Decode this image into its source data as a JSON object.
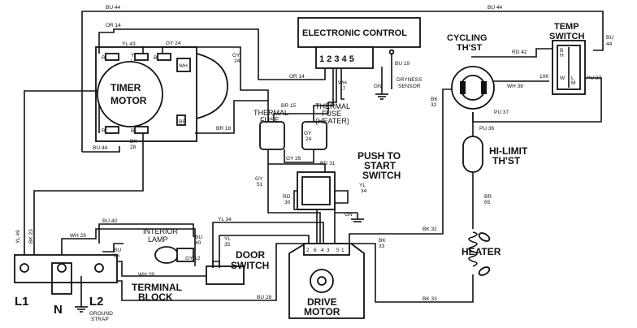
{
  "components": {
    "electronic_control": "ELECTRONIC CONTROL",
    "control_pins": "1 2 3 4 5",
    "timer_motor": [
      "TIMER",
      "MOTOR"
    ],
    "cycling_thst": [
      "CYCLING",
      "TH'ST"
    ],
    "temp_switch": [
      "TEMP",
      "SWITCH"
    ],
    "thermal_fuse": [
      "THERMAL",
      "FUSE"
    ],
    "thermal_fuse_heater": [
      "THERMAL",
      "FUSE",
      "(HEATER)"
    ],
    "push_to_start": [
      "PUSH TO",
      "START",
      "SWITCH"
    ],
    "hi_limit": [
      "HI-LIMIT",
      "TH'ST"
    ],
    "heater": "HEATER",
    "interior_lamp": [
      "INTERIOR",
      "LAMP"
    ],
    "door_switch": [
      "DOOR",
      "SWITCH"
    ],
    "terminal_block": [
      "TERMINAL",
      "BLOCK"
    ],
    "drive_motor": [
      "DRIVE",
      "MOTOR"
    ],
    "dryness_sensor": [
      "DRYNESS",
      "SENSOR"
    ],
    "l1": "L1",
    "l2": "L2",
    "n": "N",
    "ground_strap": [
      "GROUND",
      "STRAP"
    ]
  },
  "timer_terminals": {
    "r": "R",
    "y": "Y",
    "l": "L",
    "b": "B",
    "wh": "WH",
    "br": "BR",
    "bk": "BK"
  },
  "temp_switch_terminals": {
    "b": "B",
    "h": "H",
    "w": "W",
    "l": "L",
    "m": "M",
    "ten_k": "10K"
  },
  "motor_terminals": [
    "2",
    "6",
    "4",
    "3",
    "5",
    "1"
  ],
  "wires": {
    "bu44_top_left": "BU 44",
    "bu44_top_right": "BU 44",
    "bu44_right": [
      "BU",
      "44"
    ],
    "bu44_bottom": "BU 44",
    "or14_top": "OR 14",
    "or14_mid": "OR 14",
    "yl43": "YL 43",
    "gy24_top": "GY 24",
    "gy24_mid": [
      "GY",
      "24"
    ],
    "gy24_fuse": [
      "GY",
      "24"
    ],
    "rd42": "RD 42",
    "bu19": "BU 19",
    "gn": "GN",
    "wh17": [
      "WH",
      "17"
    ],
    "br15": "BR 15",
    "br18": "BR 18",
    "bk28": [
      "BK",
      "28"
    ],
    "bk32_top": [
      "BK",
      "32"
    ],
    "bk32_bot": "BK 32",
    "wh38": "WH 38",
    "pu37_right": "PU 37",
    "pu37_bot": "PU 37",
    "pu36": "PU 36",
    "gy26": "GY 26",
    "rd31": "RD 31",
    "gy51": [
      "GY",
      "51"
    ],
    "rd30": [
      "RD",
      "30"
    ],
    "yl34_push": [
      "YL",
      "34"
    ],
    "gn_push": "GN",
    "br65": [
      "BR",
      "65"
    ],
    "yl49": "YL 49",
    "bk23": "BK 23",
    "wh29": "WH 29",
    "bu40_top": "BU 40",
    "bu40_side": [
      "BU",
      "40"
    ],
    "bu26": [
      "BU",
      "26"
    ],
    "gy12": "GY 12",
    "wh28": "WH 28",
    "yl34_door": "YL 34",
    "yl35": [
      "YL",
      "35"
    ],
    "bu28": "BU 28",
    "bk33_right": [
      "BK",
      "33"
    ],
    "bk33_bot": "BK 33"
  }
}
